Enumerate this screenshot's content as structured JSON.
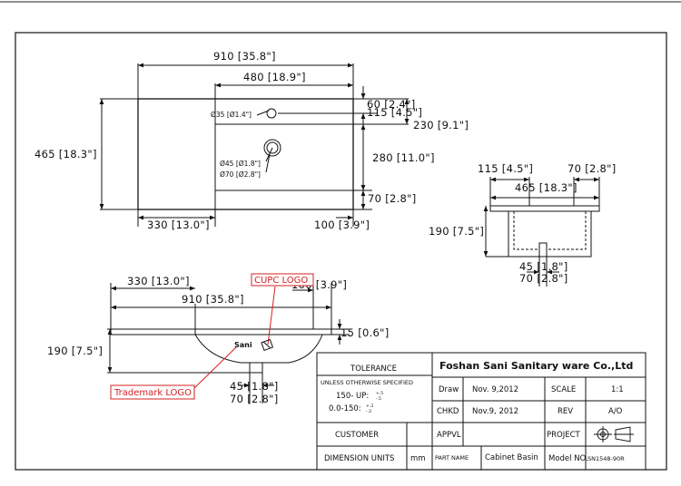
{
  "top_view": {
    "width_overall": "910 [35.8\"]",
    "width_inner": "480 [18.9\"]",
    "hole_offset_top": "60 [2.4\"]",
    "hole_offset_2": "115 [4.5\"]",
    "inner_to_top": "230 [9.1\"]",
    "faucet_hole": "Ø35 [Ø1.4\"]",
    "height_overall": "465 [18.3\"]",
    "drain_45": "Ø45 [Ø1.8\"]",
    "drain_70": "Ø70 [Ø2.8\"]",
    "inner_height": "280 [11.0\"]",
    "bottom_offset": "70 [2.8\"]",
    "left_offset": "330 [13.0\"]",
    "right_offset": "100 [3.9\"]"
  },
  "side_view": {
    "top_115": "115 [4.5\"]",
    "top_70": "70 [2.8\"]",
    "depth_465": "465 [18.3\"]",
    "height_190": "190 [7.5\"]",
    "drain_45": "45 [1.8\"]",
    "drain_70": "70 [2.8\"]"
  },
  "front_view": {
    "left_330": "330 [13.0\"]",
    "width_910": "910 [35.8\"]",
    "right_100": "100 [3.9\"]",
    "thickness_15": "15 [0.6\"]",
    "height_190": "190 [7.5\"]",
    "drain_45": "45 [1.8\"]",
    "drain_70": "70 [2.8\"]",
    "brand_mark": "Sani"
  },
  "callouts": {
    "cupc": "CUPC LOGO",
    "trademark": "Trademark LOGO"
  },
  "title_block": {
    "tolerance_title": "TOLERANCE",
    "tolerance_note": "UNLESS OTHERWISE SPECIFIED",
    "tol_line1": "150- UP:",
    "tol_line1_sup": "+.5",
    "tol_line1_sub": "-.5",
    "tol_line2": "0.0-150:",
    "tol_line2_sup": "+.3",
    "tol_line2_sub": "-.3",
    "company": "Foshan Sani Sanitary ware Co.,Ltd",
    "draw_label": "Draw",
    "draw_date": "Nov. 9,2012",
    "scale_label": "SCALE",
    "scale_value": "1:1",
    "chkd_label": "CHKD",
    "chkd_date": "Nov.9, 2012",
    "rev_label": "REV",
    "rev_value": "A/O",
    "appvl_label": "APPVL",
    "project_label": "PROJECT",
    "customer_label": "CUSTOMER",
    "dim_units_label": "DIMENSION UNITS",
    "dim_units_value": "mm",
    "part_name_label": "PART NAME",
    "part_name_value": "Cabinet Basin",
    "model_no_label": "Model NO.",
    "model_no_value": "SN1548-90R"
  }
}
